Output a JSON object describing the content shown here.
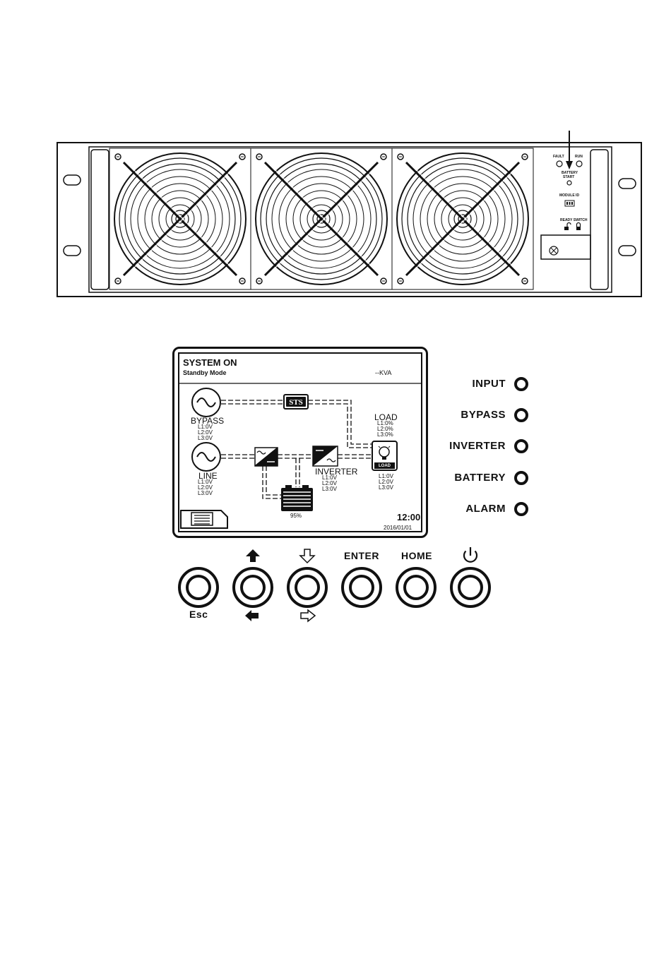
{
  "module_panel": {
    "indicators": {
      "fault": "FAULT",
      "run": "RUN"
    },
    "battery_start": {
      "line1": "BATTERY",
      "line2": "START"
    },
    "module_id": "MODULE ID",
    "ready_switch": "READY SWITCH"
  },
  "lcd": {
    "title": "SYSTEM ON",
    "mode": "Standby Mode",
    "kva": "--KVA",
    "sts_label": "STS",
    "bypass": {
      "label": "BYPASS",
      "values": [
        "L1:0V",
        "L2:0V",
        "L3:0V"
      ]
    },
    "line": {
      "label": "LINE",
      "values": [
        "L1:0V",
        "L2:0V",
        "L3:0V"
      ]
    },
    "inverter": {
      "label": "INVERTER",
      "values": [
        "L1:0V",
        "L2:0V",
        "L3:0V"
      ]
    },
    "load": {
      "label": "LOAD",
      "percents": [
        "L1:0%",
        "L2:0%",
        "L3:0%"
      ],
      "values": [
        "L1:0V",
        "L2:0V",
        "L3:0V"
      ],
      "icon_text": "LOAD"
    },
    "battery_percent": "95%",
    "time": "12:00",
    "date": "2016/01/01"
  },
  "leds": [
    {
      "label": "INPUT"
    },
    {
      "label": "BYPASS"
    },
    {
      "label": "INVERTER"
    },
    {
      "label": "BATTERY"
    },
    {
      "label": "ALARM"
    }
  ],
  "buttons": {
    "esc": "Esc",
    "enter": "ENTER",
    "home": "HOME"
  },
  "icons": {
    "up": "arrow-up-filled-icon",
    "left": "arrow-left-filled-icon",
    "down": "arrow-down-outline-icon",
    "right": "arrow-right-outline-icon",
    "power": "power-icon",
    "menu": "menu-list-icon"
  }
}
